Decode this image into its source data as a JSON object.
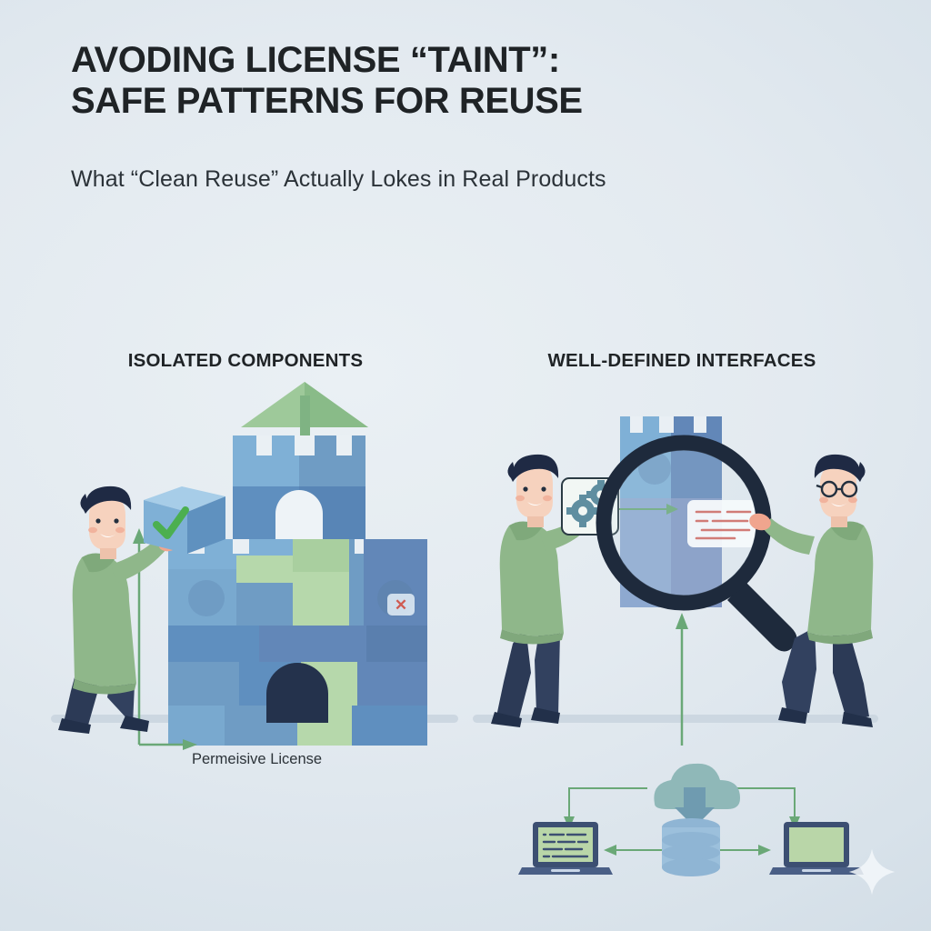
{
  "page": {
    "background_top": "#eaf0f4",
    "background_bottom": "#ccd8e2",
    "accent_green": "#6aa877",
    "accent_blue": "#6f9cc4",
    "text_dark": "#1f2326"
  },
  "header": {
    "title_line1": "AVODING LICENSE “TAINT”:",
    "title_line2": "SAFE PATTERNS FOR REUSE",
    "subtitle": "What “Clean Reuse” Actually Lokes in Real Products"
  },
  "sections": [
    {
      "id": "isolated-components",
      "heading": "ISOLATED COMPONENTS",
      "caption": "Permeisive License",
      "badges": [
        {
          "name": "check-badge",
          "glyph": "✔",
          "color": "#4caf50"
        },
        {
          "name": "x-badge",
          "glyph": "✕",
          "color": "#d9534f"
        }
      ]
    },
    {
      "id": "well-defined-interfaces",
      "heading": "WELL-DEFINED INTERFACES",
      "caption": "",
      "badges": []
    }
  ],
  "illustration_left": {
    "figure": "person-holding-block",
    "hoodie_color": "#8fb78a",
    "pants_color": "#2c3a56",
    "hair_color": "#1f2a44",
    "block": {
      "name": "component-block",
      "face_color": "#7fb0d6",
      "mark": "✔",
      "mark_color": "#4caf50"
    },
    "castle": {
      "name": "block-castle",
      "flag_color": "#9ec99a",
      "block_colors": [
        "#79a9cf",
        "#6f9cc4",
        "#5c87b4",
        "#a9cf9f",
        "#b6d8ab",
        "#2f4460"
      ]
    },
    "arrow_label": "Permeisive License"
  },
  "illustration_right": {
    "figure_left": "person-holding-gear-card",
    "figure_right": "person-holding-magnifier",
    "gear_card": {
      "name": "gear-card",
      "gear_color": "#5f8ea0",
      "card_color": "#f2f7f4"
    },
    "tower": {
      "name": "interface-tower",
      "colors": [
        "#7fb0d6",
        "#6287b8",
        "#91a8cf"
      ]
    },
    "magnifier": {
      "name": "magnifier",
      "rim_color": "#1e2a3c"
    },
    "doc_card": {
      "name": "document-card",
      "line_color": "#d4675f"
    },
    "flow": {
      "cloud": {
        "name": "cloud-node",
        "color": "#8fb8b8"
      },
      "database": {
        "name": "database-node",
        "color": "#9cc0dc"
      },
      "laptop_left": {
        "name": "laptop-left",
        "screen_color": "#b9d6a8",
        "frame_color": "#3c4f72"
      },
      "laptop_right": {
        "name": "laptop-right",
        "screen_color": "#b9d6a8",
        "frame_color": "#3c4f72"
      },
      "arrow_color": "#6aa877"
    }
  },
  "decor": {
    "sparkle": "four-point-sparkle"
  }
}
